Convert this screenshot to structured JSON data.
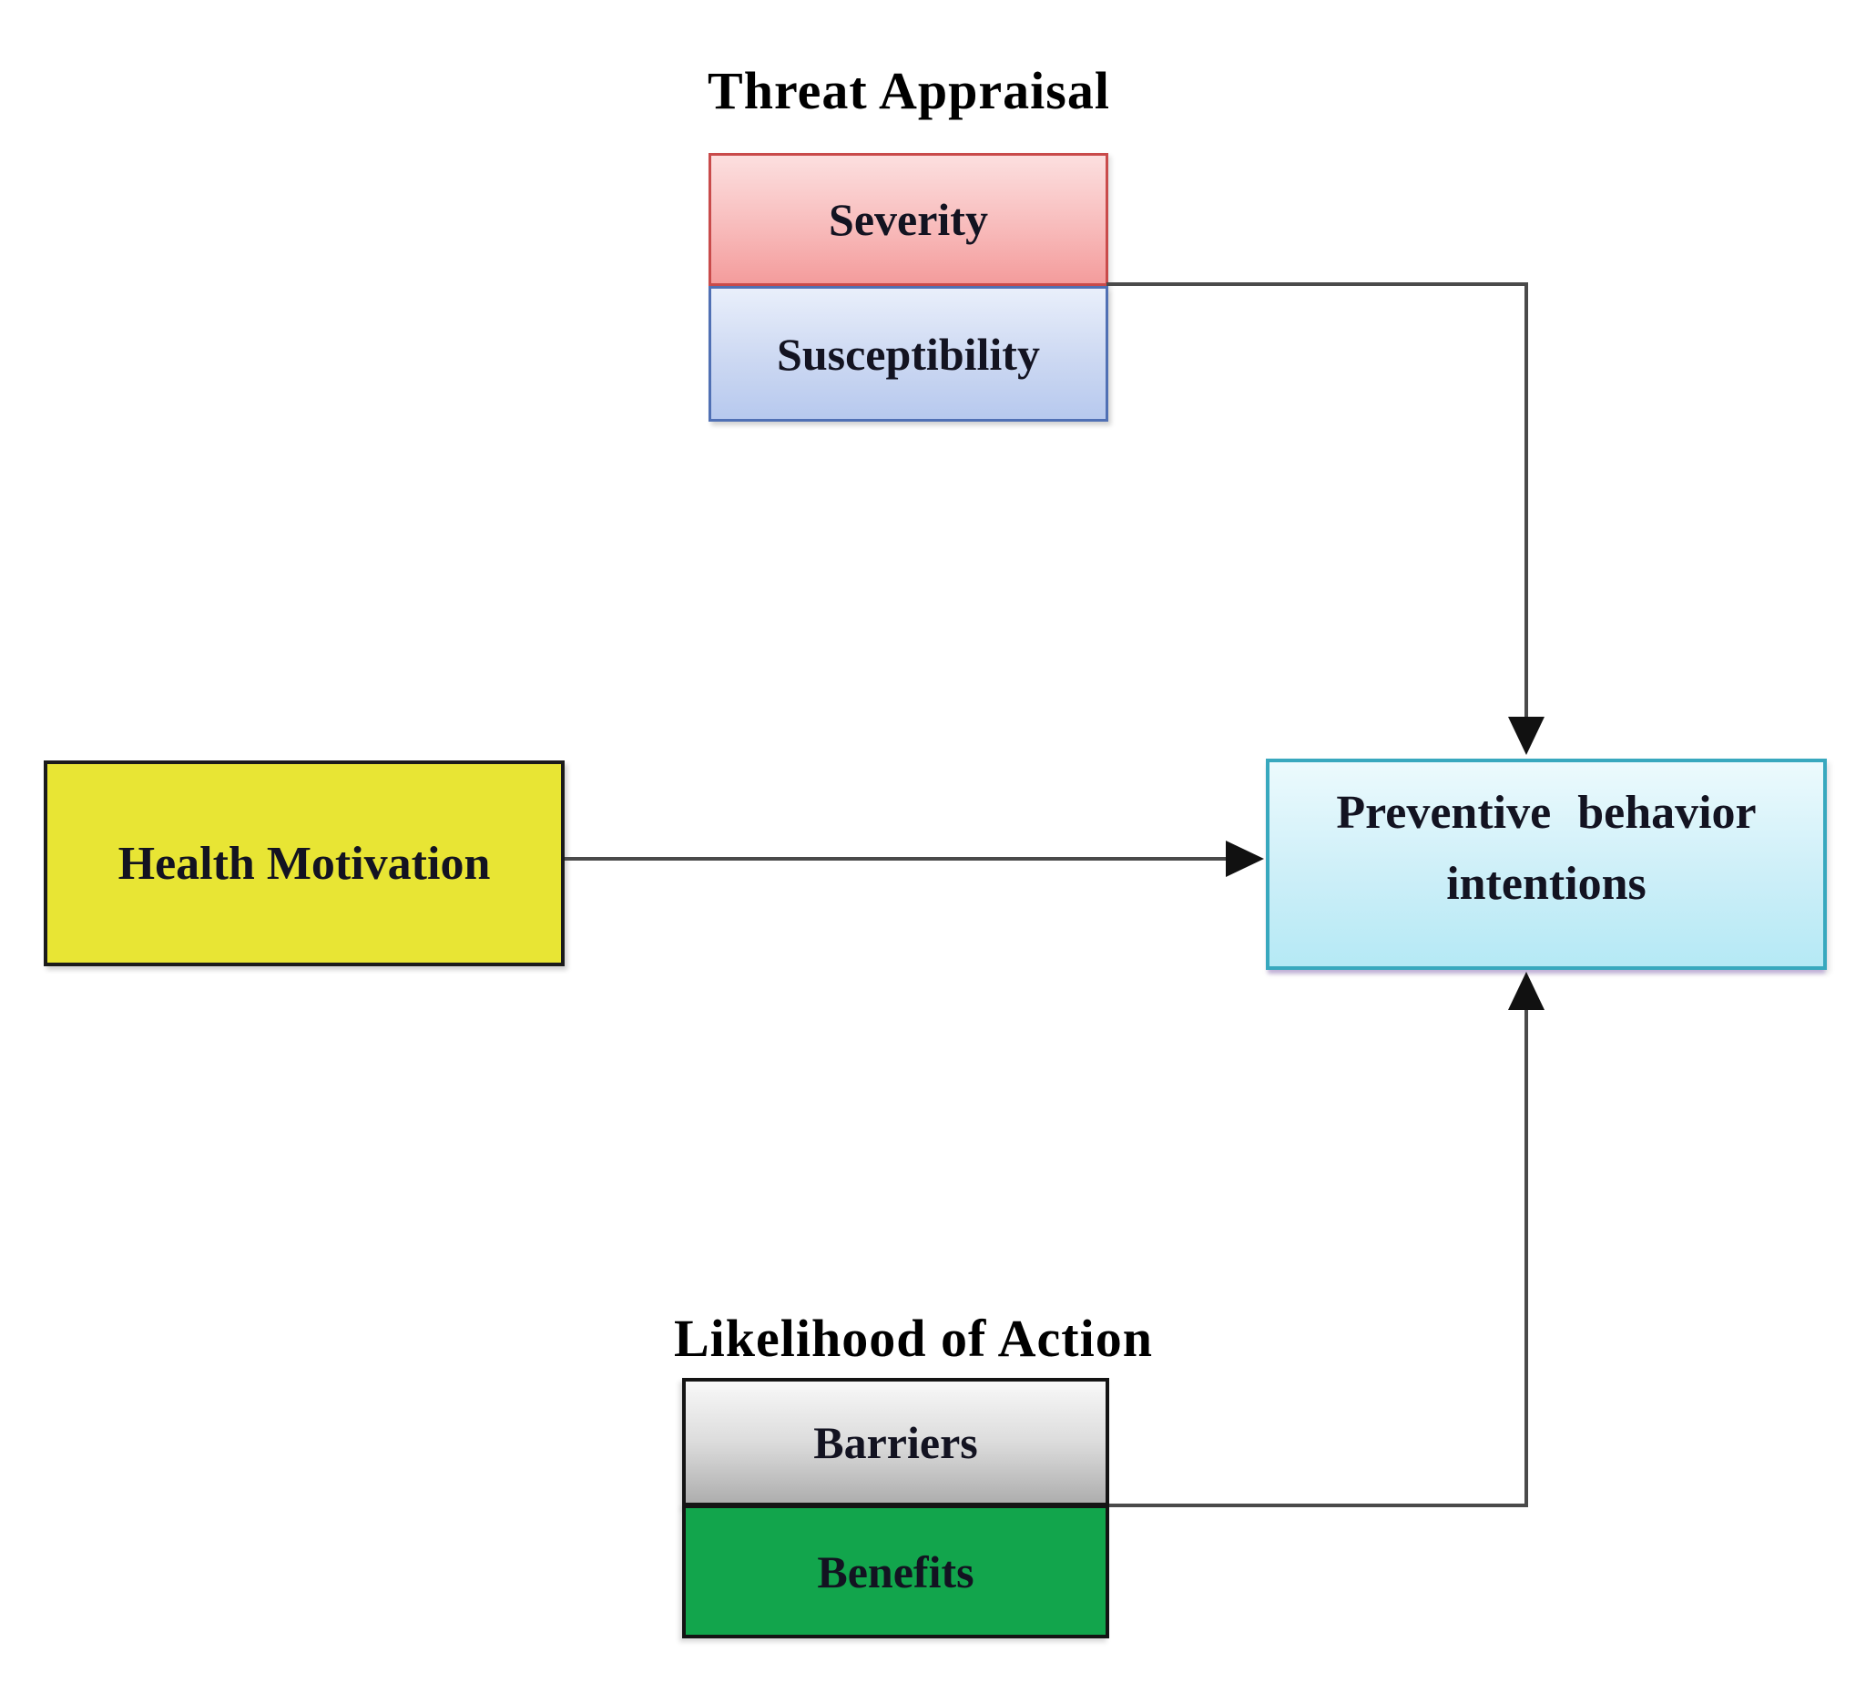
{
  "diagram": {
    "threat_appraisal": {
      "title": "Threat Appraisal",
      "severity_label": "Severity",
      "susceptibility_label": "Susceptibility"
    },
    "health_motivation_label": "Health Motivation",
    "preventive_behavior": {
      "line1": "Preventive behavior",
      "line2": "intentions"
    },
    "likelihood_of_action": {
      "title": "Likelihood of Action",
      "barriers_label": "Barriers",
      "benefits_label": "Benefits"
    },
    "colors": {
      "severity_fill_top": "#fcdfdf",
      "severity_fill_bottom": "#f49c9c",
      "severity_border": "#c94b4b",
      "susceptibility_fill_top": "#e9effb",
      "susceptibility_fill_bottom": "#b7c9ee",
      "susceptibility_border": "#5070b4",
      "health_motivation_fill": "#e8e534",
      "preventive_fill_top": "#ecfafd",
      "preventive_fill_bottom": "#b5e9f5",
      "preventive_border": "#38a8be",
      "barriers_fill_top": "#f8f8f8",
      "barriers_fill_bottom": "#aeaeae",
      "benefits_fill": "#12a54c",
      "box_border_dark": "#141414",
      "connector": "#4a4a4a",
      "arrowhead": "#111111",
      "text": "#131321"
    }
  }
}
